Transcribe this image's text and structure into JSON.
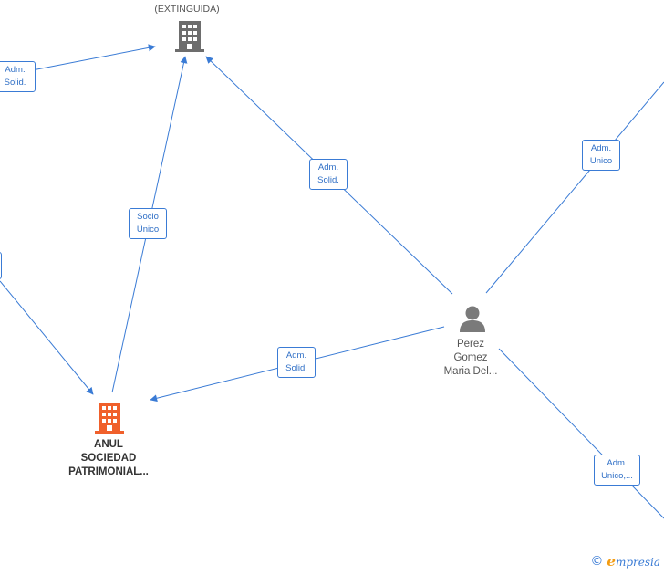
{
  "nodes": {
    "top_company": {
      "status_label": "(EXTINGUIDA)",
      "icon": "building-icon",
      "color": "#6d6d6d"
    },
    "anul_company": {
      "label": "ANUL\nSOCIEDAD\nPATRIMONIAL...",
      "icon": "building-icon",
      "color": "#f0602b"
    },
    "person": {
      "label": "Perez\nGomez\nMaria Del...",
      "icon": "person-icon",
      "color": "#7a7a7a"
    }
  },
  "edge_labels": [
    {
      "id": "adm-solid-left",
      "text": "Adm.\nSolid."
    },
    {
      "id": "socio-unico",
      "text": "Socio\nÚnico"
    },
    {
      "id": "adm-solid-top",
      "text": "Adm.\nSolid."
    },
    {
      "id": "adm-unico-right",
      "text": "Adm.\nUnico"
    },
    {
      "id": "adm-solid-bottom",
      "text": "Adm.\nSolid."
    },
    {
      "id": "adm-unico-lower",
      "text": "Adm.\nUnico,..."
    }
  ],
  "brand": {
    "copyright": "©",
    "name_initial": "e",
    "name_rest": "mpresia"
  },
  "colors": {
    "edge": "#3a7bd5"
  }
}
